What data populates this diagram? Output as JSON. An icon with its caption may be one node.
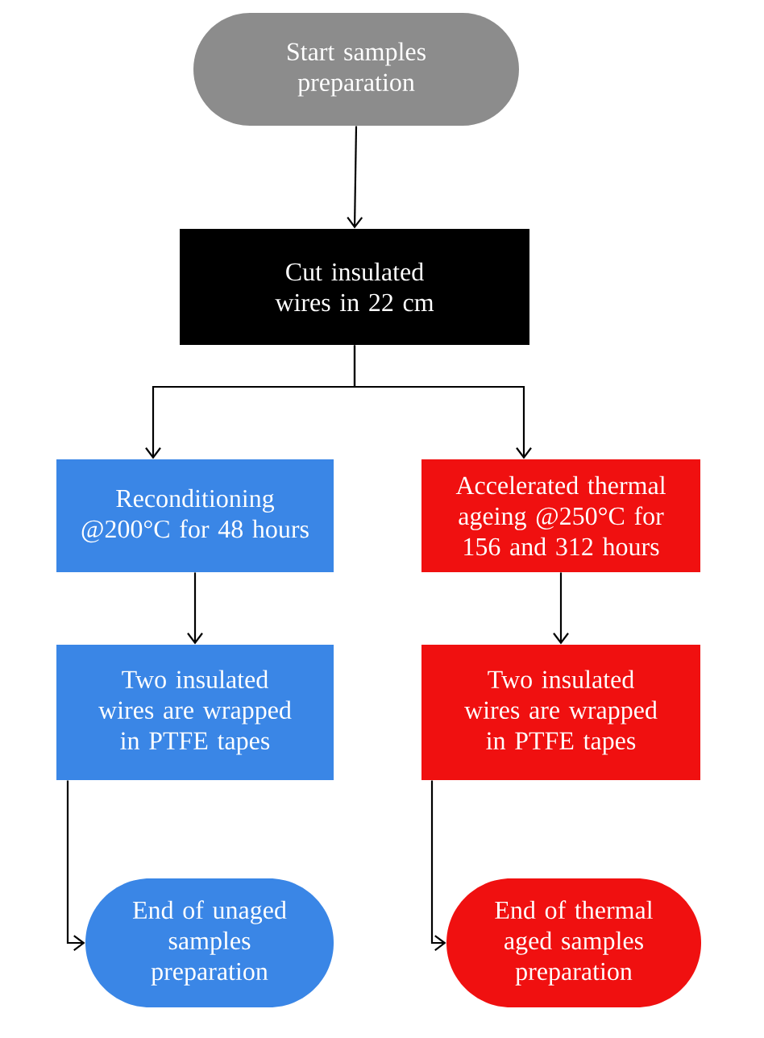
{
  "diagram": {
    "nodes": [
      {
        "text": [
          "Start samples preparation"
        ]
      },
      {
        "text": [
          "Cut insulated wires in 22 cm"
        ]
      },
      {
        "text": [
          "Reconditioning @200°C for 48 hours"
        ]
      },
      {
        "text": [
          "Accelerated thermal ageing @250°C for 156 and 312 hours"
        ]
      },
      {
        "text": [
          "Two insulated wires are wrapped in PTFE tapes"
        ]
      },
      {
        "text": [
          "Two insulated wires are wrapped in PTFE tapes"
        ]
      },
      {
        "text": [
          "End of unaged samples preparation"
        ]
      },
      {
        "text": [
          "End of thermal aged samples preparation"
        ]
      }
    ],
    "edges": [
      {
        "from": 0,
        "to": 1,
        "arrow": "to"
      },
      {
        "from": 1,
        "to": 2,
        "arrow": "to"
      },
      {
        "from": 1,
        "to": 3,
        "arrow": "to"
      },
      {
        "from": 2,
        "to": 4,
        "arrow": "to"
      },
      {
        "from": 3,
        "to": 5,
        "arrow": "to"
      },
      {
        "from": 4,
        "to": 6,
        "arrow": "to"
      },
      {
        "from": 5,
        "to": 7,
        "arrow": "to"
      }
    ]
  }
}
